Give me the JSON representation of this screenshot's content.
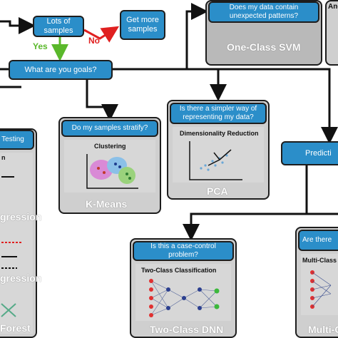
{
  "nodes": {
    "lots_of_samples": "Lots of samples",
    "get_more_samples": "Get more samples",
    "your_goals": "What are you goals?",
    "predict": "Predicti"
  },
  "edges": {
    "yes": "Yes",
    "no": "No"
  },
  "panels": {
    "one_class": {
      "question": "Does my data contain unexpected patterns?",
      "model": "One-Class SVM",
      "side_label": "Ano"
    },
    "kmeans": {
      "question": "Do my samples stratify?",
      "caption": "Clustering",
      "model": "K-Means"
    },
    "pca": {
      "question": "Is there a simpler way of representing my data?",
      "caption": "Dimensionality Reduction",
      "model": "PCA"
    },
    "testing": {
      "question": "Testing",
      "caption": "n",
      "model_1": "gression",
      "model_2": "gression",
      "model_3": "Forest"
    },
    "two_class": {
      "question": "Is this a case-control problem?",
      "caption": "Two-Class Classification",
      "model": "Two-Class DNN"
    },
    "multi_class": {
      "question": "Are there",
      "caption": "Multi-Class",
      "model": "Multi-C"
    }
  },
  "colors": {
    "node": "#2b8ec9",
    "panel": "#cfcfcf",
    "yes": "#5ab82b",
    "no": "#e02020"
  }
}
